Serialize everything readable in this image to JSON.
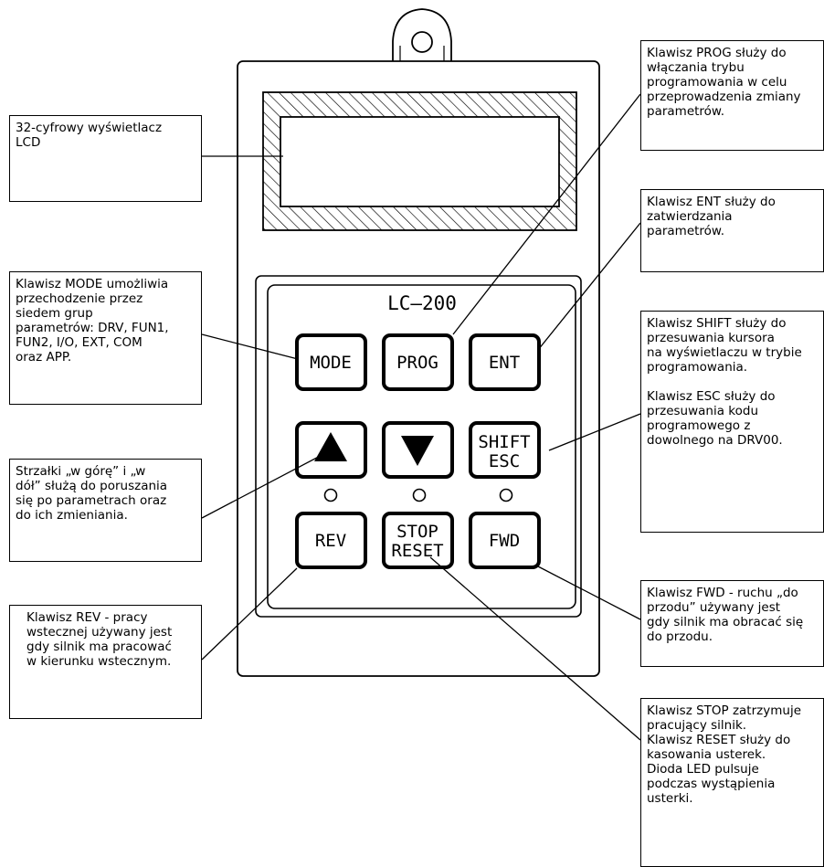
{
  "device": {
    "model_label": "LC–200",
    "keys": {
      "mode": "MODE",
      "prog": "PROG",
      "ent": "ENT",
      "shift_line1": "SHIFT",
      "shift_line2": "ESC",
      "rev": "REV",
      "stop_line1": "STOP",
      "stop_line2": "RESET",
      "fwd": "FWD"
    },
    "arrow_up_glyph": "▲",
    "arrow_down_glyph": "▼"
  },
  "callouts": {
    "lcd": "32-cyfrowy wyświetlacz\nLCD",
    "mode": "Klawisz MODE umożliwia\nprzechodzenie przez\nsiedem grup\nparametrów: DRV, FUN1,\nFUN2, I/O, EXT, COM\noraz APP.",
    "arrows": "Strzałki „w górę” i „w\ndół” służą do poruszania\nsię po parametrach oraz\ndo ich zmieniania.",
    "rev": "Klawisz REV - pracy\nwstecznej używany jest\ngdy silnik ma pracować\nw kierunku wstecznym.",
    "prog": "Klawisz PROG służy do\nwłączania trybu\nprogramowania w celu\nprzeprowadzenia zmiany\nparametrów.",
    "ent": "Klawisz ENT służy do\nzatwierdzania\nparametrów.",
    "shift": "Klawisz SHIFT służy do\nprzesuwania kursora\nna wyświetlaczu w trybie\nprogramowania.\n\nKlawisz ESC służy do\nprzesuwania kodu\nprogramowego z\ndowolnego na DRV00.",
    "fwd": "Klawisz FWD - ruchu „do\nprzodu” używany jest\ngdy silnik ma obracać się\ndo przodu.",
    "stop": "Klawisz STOP zatrzymuje\npracujący silnik.\nKlawisz RESET służy do\nkasowania usterek.\nDioda LED pulsuje\npodczas wystąpienia\nusterki."
  }
}
